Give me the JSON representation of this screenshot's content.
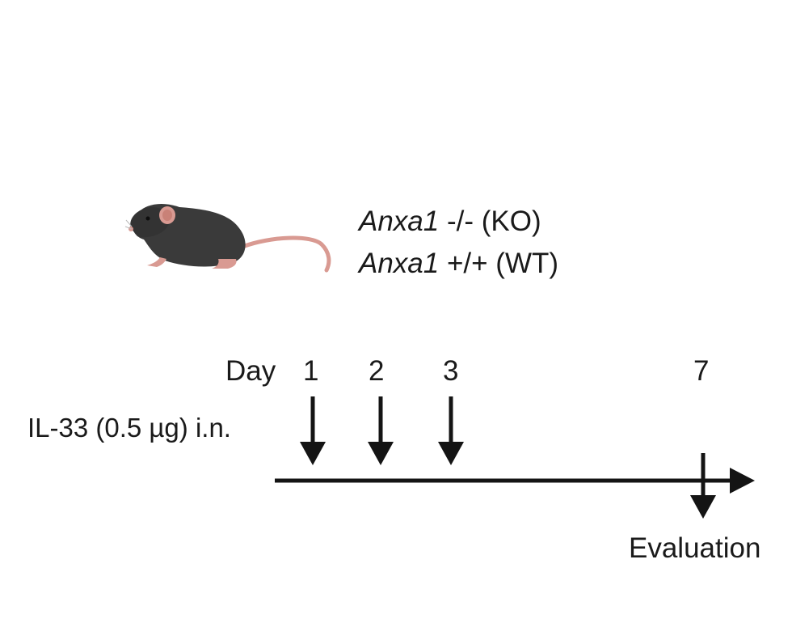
{
  "genotypes": [
    {
      "gene": "Anxa1",
      "rest": " -/- (KO)"
    },
    {
      "gene": "Anxa1",
      "rest": " +/+ (WT)"
    }
  ],
  "timeline": {
    "day_label": "Day",
    "days": [
      "1",
      "2",
      "3",
      "7"
    ],
    "treatment": "IL-33 (0.5 µg) i.n.",
    "evaluation": "Evaluation"
  },
  "colors": {
    "mouse_body": "#3a3a3a",
    "mouse_pink": "#d99a92",
    "arrow": "#141414"
  }
}
